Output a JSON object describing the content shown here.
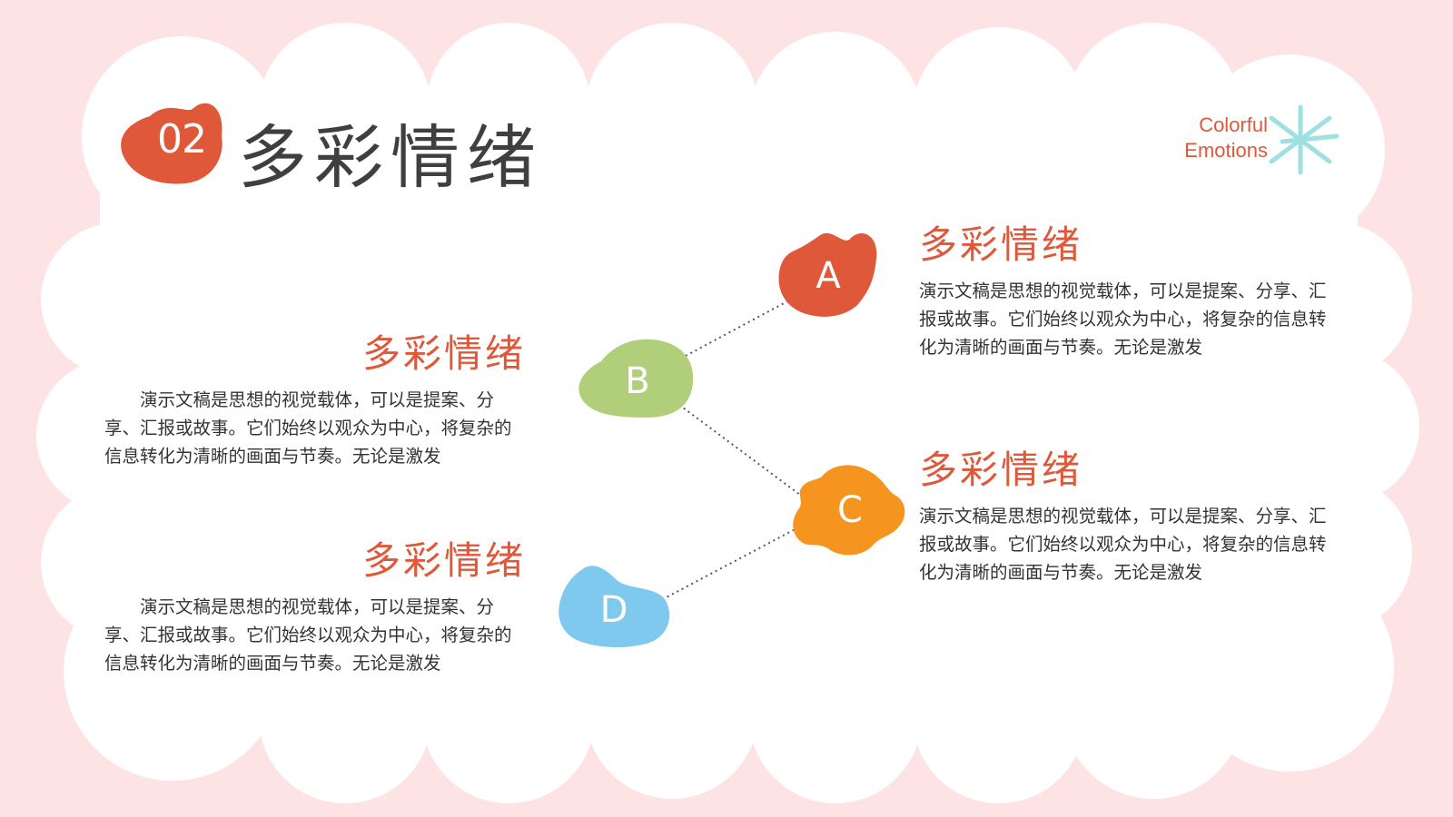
{
  "header": {
    "section_number": "02",
    "title": "多彩情绪",
    "eng_title_line1": "Colorful",
    "eng_title_line2": "Emotions"
  },
  "colors": {
    "background": "#fde3e4",
    "panel": "#ffffff",
    "accent_red": "#e0583a",
    "node_a": "#e0583a",
    "node_b": "#b1cf7a",
    "node_c": "#f5951f",
    "node_d": "#7fc8ee",
    "star": "#9fe0e0"
  },
  "decor": {
    "section_badge_shape": "blob",
    "star_icon": "asterisk-star-icon"
  },
  "items": [
    {
      "letter": "A",
      "heading": "多彩情绪",
      "body": "演示文稿是思想的视觉载体，可以是提案、分享、汇报或故事。它们始终以观众为中心，将复杂的信息转化为清晰的画面与节奏。无论是激发"
    },
    {
      "letter": "B",
      "heading": "多彩情绪",
      "body": "演示文稿是思想的视觉载体，可以是提案、分享、汇报或故事。它们始终以观众为中心，将复杂的信息转化为清晰的画面与节奏。无论是激发"
    },
    {
      "letter": "C",
      "heading": "多彩情绪",
      "body": "演示文稿是思想的视觉载体，可以是提案、分享、汇报或故事。它们始终以观众为中心，将复杂的信息转化为清晰的画面与节奏。无论是激发"
    },
    {
      "letter": "D",
      "heading": "多彩情绪",
      "body": "演示文稿是思想的视觉载体，可以是提案、分享、汇报或故事。它们始终以观众为中心，将复杂的信息转化为清晰的画面与节奏。无论是激发"
    }
  ]
}
